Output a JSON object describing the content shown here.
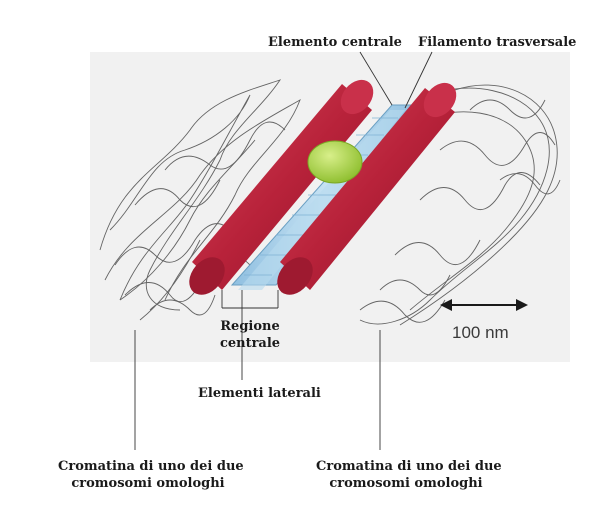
{
  "labels": {
    "central_element": "Elemento centrale",
    "transverse_filament": "Filamento trasversale",
    "central_region_line1": "Regione",
    "central_region_line2": "centrale",
    "lateral_elements": "Elementi laterali",
    "chromatin_left_line1": "Cromatina di uno dei due",
    "chromatin_left_line2": "cromosomi omologhi",
    "chromatin_right_line1": "Cromatina di uno dei due",
    "chromatin_right_line2": "cromosomi omologhi"
  },
  "scale_bar": {
    "text": "100 nm"
  },
  "colors": {
    "lateral_element_red": "#b8223a",
    "central_element_green": "#a9d14a",
    "central_region_blue": "#a8cfe8",
    "chromatin_gray": "#555555"
  }
}
